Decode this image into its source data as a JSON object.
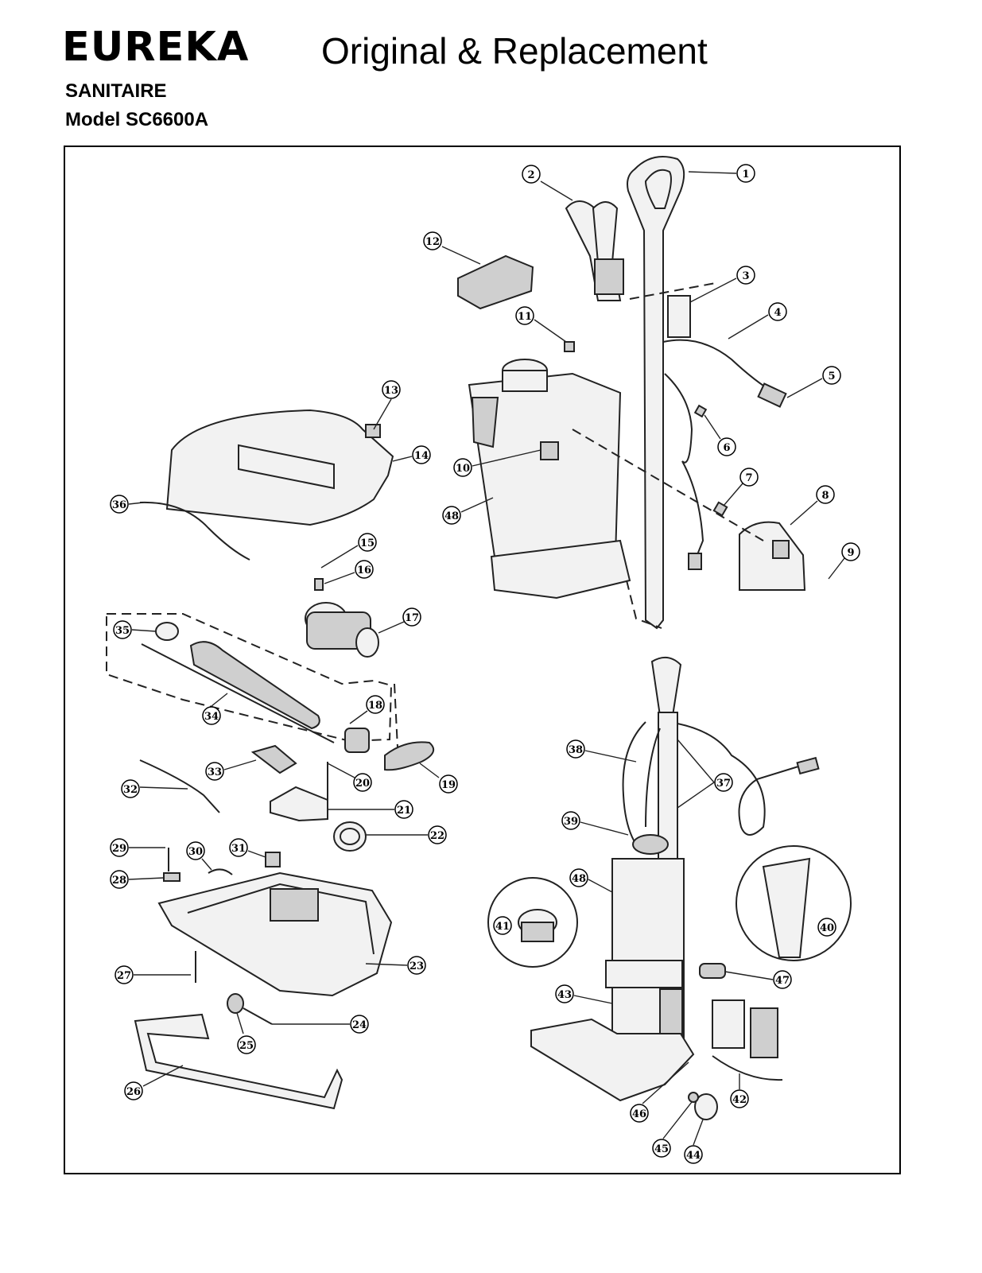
{
  "header": {
    "brand": "EUREKA",
    "headline": "Original & Replacement",
    "line1": "SANITAIRE",
    "line2": "Model SC6600A"
  },
  "parts": [
    "1",
    "2",
    "3",
    "4",
    "5",
    "6",
    "7",
    "8",
    "9",
    "10",
    "11",
    "12",
    "13",
    "14",
    "15",
    "16",
    "17",
    "18",
    "19",
    "20",
    "21",
    "22",
    "23",
    "24",
    "25",
    "26",
    "27",
    "28",
    "29",
    "30",
    "31",
    "32",
    "33",
    "34",
    "35",
    "36",
    "37",
    "38",
    "39",
    "40",
    "41",
    "42",
    "43",
    "44",
    "45",
    "46",
    "47",
    "48",
    "48"
  ]
}
